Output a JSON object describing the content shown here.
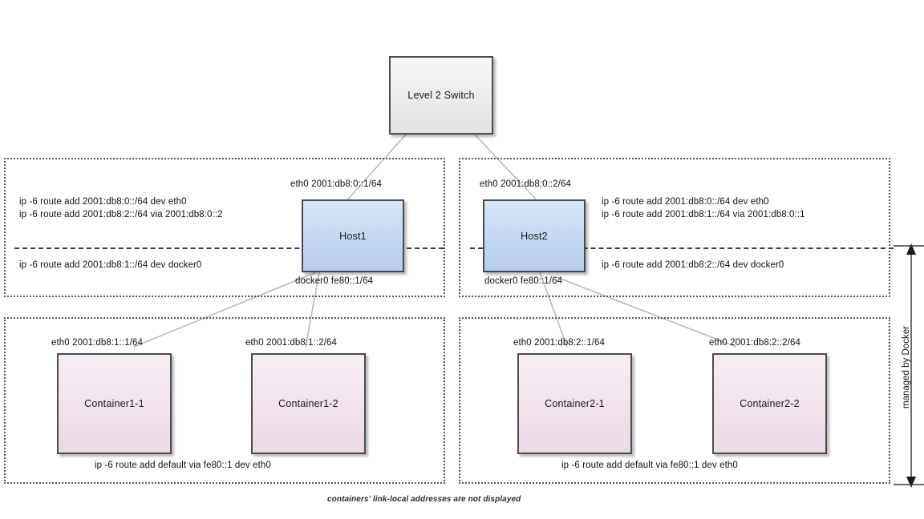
{
  "diagram": {
    "caption": "containers' link-local addresses are not displayed",
    "measure_label": "managed by Docker",
    "colors": {
      "switch_fill": "#ececec",
      "host_fill": "#c5d8f1",
      "container_fill": "#f1e2ec",
      "border": "#4d4d4d",
      "wire": "#b5b5b5",
      "group_border": "#555555"
    }
  },
  "switch": {
    "label": "Level 2 Switch"
  },
  "hosts": [
    {
      "name": "Host1",
      "eth0_label": "eth0 2001:db8:0::1/64",
      "docker0_label": "docker0 fe80::1/64",
      "routes_above": [
        "ip -6 route add 2001:db8:0::/64 dev eth0",
        "ip -6 route add 2001:db8:2::/64 via  2001:db8:0::2"
      ],
      "routes_below": [
        "ip -6 route add 2001:db8:1::/64 dev docker0"
      ]
    },
    {
      "name": "Host2",
      "eth0_label": "eth0 2001:db8:0::2/64",
      "docker0_label": "docker0 fe80::1/64",
      "routes_above": [
        "ip -6 route add 2001:db8:0::/64 dev eth0",
        "ip -6 route add 2001:db8:1::/64 via 2001:db8:0::1"
      ],
      "routes_below": [
        "ip -6 route add 2001:db8:2::/64 dev docker0"
      ]
    }
  ],
  "container_groups": [
    {
      "default_route": "ip -6 route add default via fe80::1 dev eth0",
      "containers": [
        {
          "name": "Container1-1",
          "eth0_label": "eth0 2001:db8:1::1/64"
        },
        {
          "name": "Container1-2",
          "eth0_label": "eth0 2001:db8:1::2/64"
        }
      ]
    },
    {
      "default_route": "ip -6 route add default via fe80::1 dev eth0",
      "containers": [
        {
          "name": "Container2-1",
          "eth0_label": "eth0 2001:db8:2::1/64"
        },
        {
          "name": "Container2-2",
          "eth0_label": "eth0 2001:db8:2::2/64"
        }
      ]
    }
  ]
}
